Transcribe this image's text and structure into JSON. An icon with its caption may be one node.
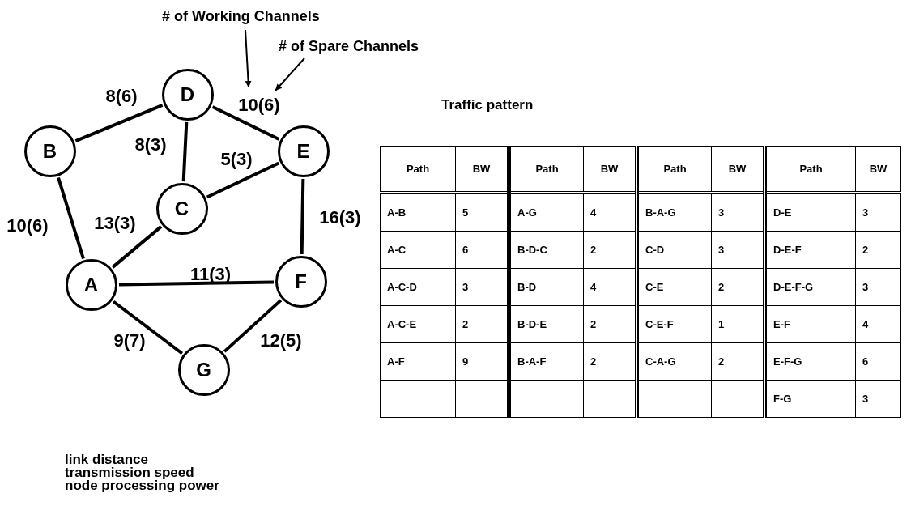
{
  "diagram": {
    "nodes": [
      {
        "text": [
          "A"
        ]
      },
      {
        "text": [
          "B"
        ]
      },
      {
        "text": [
          "C"
        ]
      },
      {
        "text": [
          "D"
        ]
      },
      {
        "text": [
          "E"
        ]
      },
      {
        "text": [
          "F"
        ]
      },
      {
        "text": [
          "G"
        ]
      },
      {
        "text": [
          "# of Working Channels"
        ]
      },
      {
        "text": [
          "# of Spare Channels"
        ]
      }
    ],
    "edges": [
      {
        "from": 1,
        "to": 3,
        "arrow": "none",
        "label": "8(6)"
      },
      {
        "from": 3,
        "to": 2,
        "arrow": "none",
        "label": "8(3)"
      },
      {
        "from": 3,
        "to": 4,
        "arrow": "none",
        "label": "10(6)"
      },
      {
        "from": 2,
        "to": 4,
        "arrow": "none",
        "label": "5(3)"
      },
      {
        "from": 1,
        "to": 0,
        "arrow": "none",
        "label": "10(6)"
      },
      {
        "from": 0,
        "to": 2,
        "arrow": "none",
        "label": "13(3)"
      },
      {
        "from": 4,
        "to": 5,
        "arrow": "none",
        "label": "16(3)"
      },
      {
        "from": 0,
        "to": 5,
        "arrow": "none",
        "label": "11(3)"
      },
      {
        "from": 0,
        "to": 6,
        "arrow": "none",
        "label": "9(7)"
      },
      {
        "from": 5,
        "to": 6,
        "arrow": "none",
        "label": "12(5)"
      },
      {
        "from": 7,
        "to": null,
        "arrow": "to"
      },
      {
        "from": 8,
        "to": null,
        "arrow": "to"
      }
    ],
    "labels": [
      "Traffic pattern",
      "Path",
      "BW",
      "Path",
      "BW",
      "Path",
      "BW",
      "Path",
      "BW",
      "A-B",
      "5",
      "A-G",
      "4",
      "B-A-G",
      "3",
      "D-E",
      "3",
      "A-C",
      "6",
      "B-D-C",
      "2",
      "C-D",
      "3",
      "D-E-F",
      "2",
      "A-C-D",
      "3",
      "B-D",
      "4",
      "C-E",
      "2",
      "D-E-F-G",
      "3",
      "A-C-E",
      "2",
      "B-D-E",
      "2",
      "C-E-F",
      "1",
      "E-F",
      "4",
      "A-F",
      "9",
      "B-A-F",
      "2",
      "C-A-G",
      "2",
      "E-F-G",
      "6",
      "F-G",
      "3",
      "link distance",
      "transmission speed",
      "node processing power"
    ]
  }
}
